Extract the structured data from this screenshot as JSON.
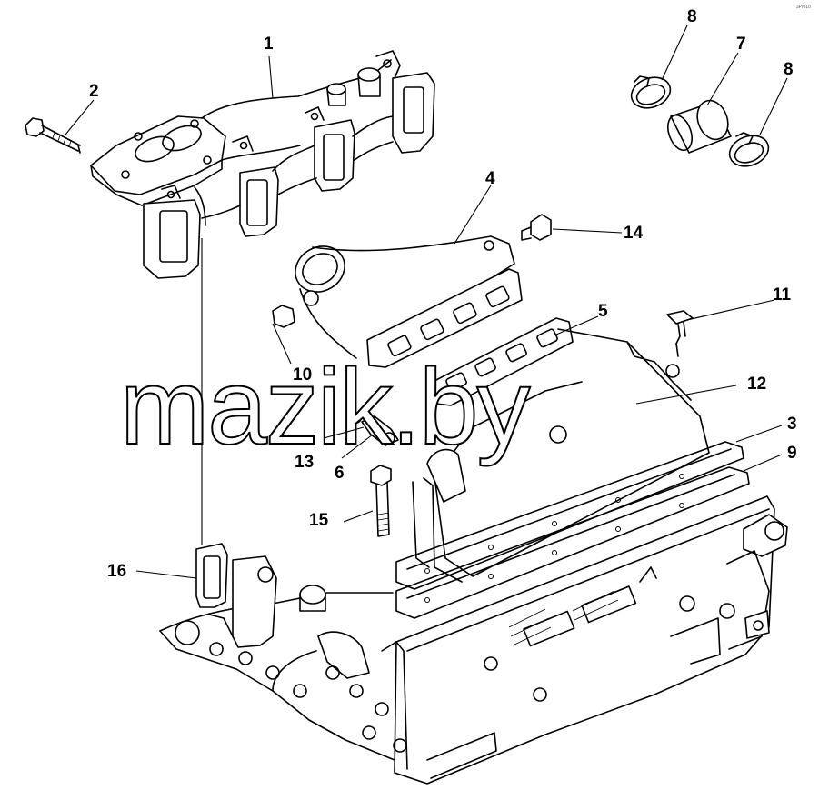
{
  "watermark": "mazik.by",
  "corner_mark": "3P/010",
  "callouts": {
    "c1": "1",
    "c2": "2",
    "c3": "3",
    "c4": "4",
    "c5": "5",
    "c6": "6",
    "c7": "7",
    "c8a": "8",
    "c8b": "8",
    "c9": "9",
    "c10": "10",
    "c11": "11",
    "c12": "12",
    "c13": "13",
    "c14": "14",
    "c15": "15",
    "c16": "16"
  }
}
